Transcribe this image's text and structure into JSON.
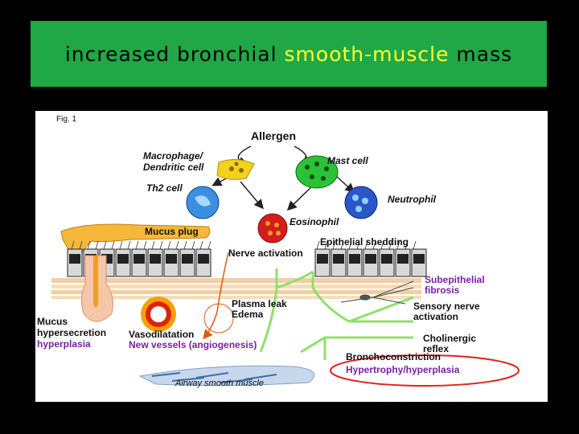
{
  "title": {
    "part1": "increased bronchial ",
    "highlight": "smooth-muscle",
    "part2": " mass"
  },
  "figure": {
    "fig_label": "Fig. 1",
    "labels": {
      "allergen": "Allergen",
      "macrophage_line1": "Macrophage/",
      "macrophage_line2": "Dendritic cell",
      "mast_cell": "Mast cell",
      "th2_cell": "Th2 cell",
      "neutrophil": "Neutrophil",
      "eosinophil": "Eosinophil",
      "mucus_plug": "Mucus plug",
      "epithelial_shedding": "Epithelial shedding",
      "nerve_activation": "Nerve activation",
      "subepithelial_line1": "Subepithelial",
      "subepithelial_line2": "fibrosis",
      "plasma_leak": "Plasma leak",
      "edema": "Edema",
      "sensory_line1": "Sensory nerve",
      "sensory_line2": "activation",
      "mucus_line1": "Mucus",
      "mucus_line2": "hypersecretion",
      "mucus_line3": "hyperplasia",
      "vasodilatation": "Vasodilatation",
      "new_vessels": "New vessels (angiogenesis)",
      "cholinergic_line1": "Cholinergic",
      "cholinergic_line2": "reflex",
      "bronchoconstriction": "Bronchoconstriction",
      "hypertrophy": "Hypertrophy/hyperplasia",
      "airway_smooth_muscle": "Airway smooth muscle"
    }
  },
  "colors": {
    "banner_bg": "#1fa845",
    "highlight_text": "#ffff33",
    "purple_text": "#7a1fa3",
    "ellipse": "#e02020",
    "nerve": "#8fe06a"
  }
}
